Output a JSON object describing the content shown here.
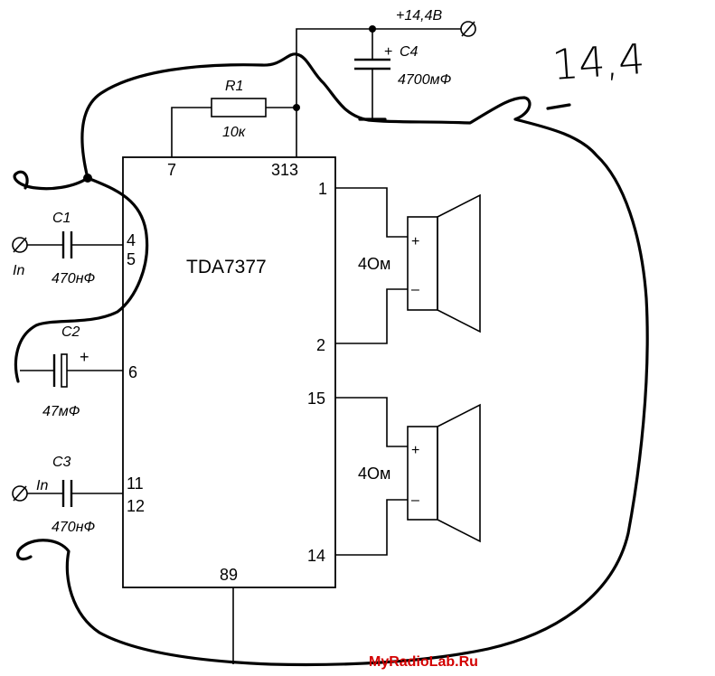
{
  "chip": {
    "name": "TDA7377"
  },
  "supply": {
    "voltage": "+14,4В"
  },
  "components": {
    "r1": {
      "name": "R1",
      "value": "10к"
    },
    "c1": {
      "name": "C1",
      "value": "470нФ"
    },
    "c2": {
      "name": "C2",
      "value": "47мФ",
      "polarity": "+"
    },
    "c3": {
      "name": "C3",
      "value": "470нФ"
    },
    "c4": {
      "name": "C4",
      "value": "4700мФ",
      "polarity": "+"
    }
  },
  "pins": {
    "p7": "7",
    "p313": "313",
    "p1": "1",
    "p2": "2",
    "p4": "4",
    "p5": "5",
    "p6": "6",
    "p11": "11",
    "p12": "12",
    "p15": "15",
    "p14": "14",
    "p89": "89"
  },
  "inputs": {
    "in1": "In",
    "in2": "In"
  },
  "speakers": [
    {
      "impedance": "4Ом",
      "plus": "+",
      "minus": "–"
    },
    {
      "impedance": "4Ом",
      "plus": "+",
      "minus": "–"
    }
  ],
  "handwritten_note": "14,4",
  "watermark": "MyRadioLab.Ru"
}
